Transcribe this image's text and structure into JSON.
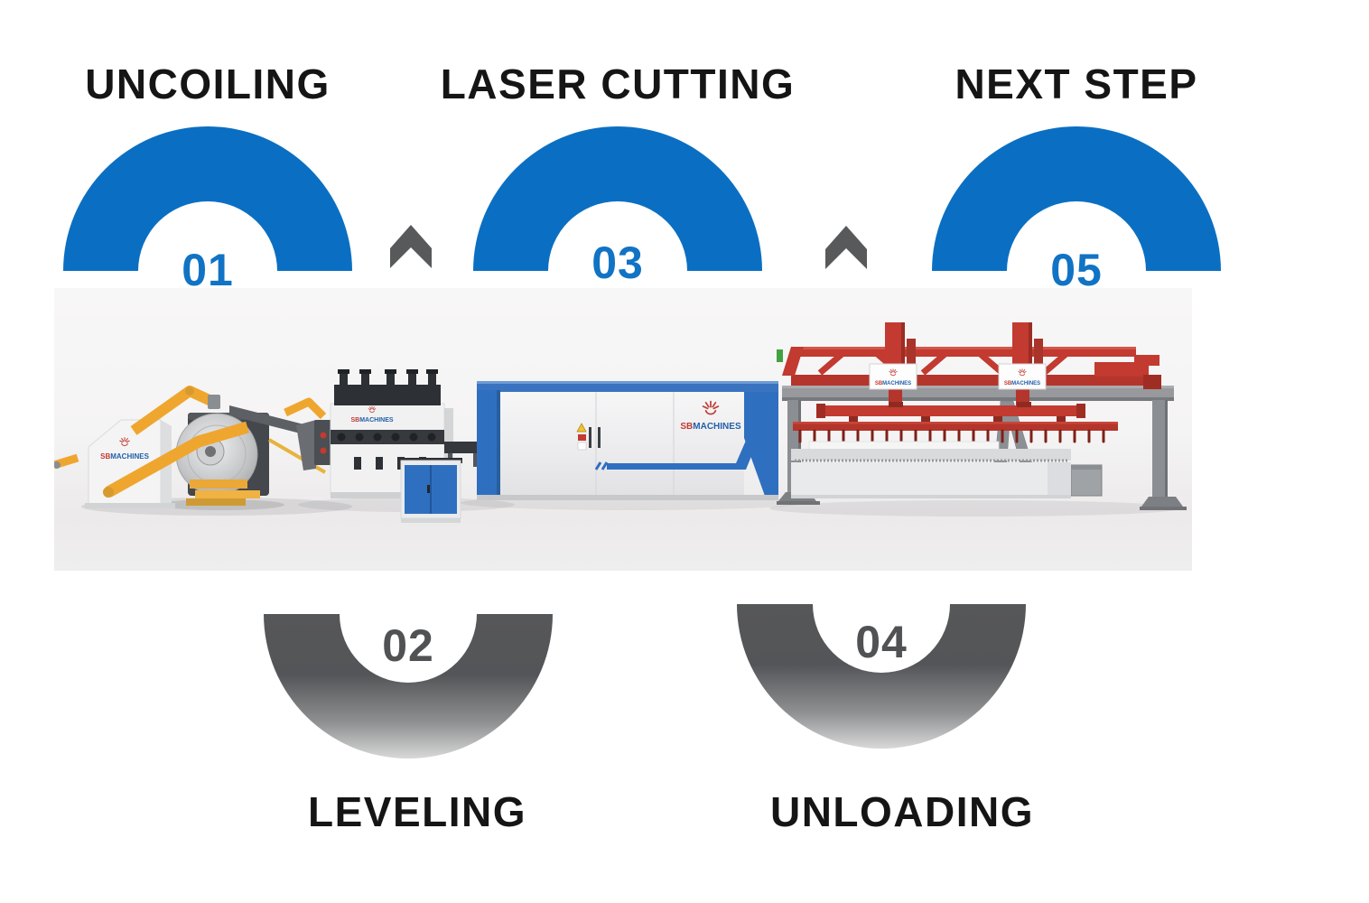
{
  "steps": {
    "top": [
      {
        "number": "01",
        "title": "UNCOILING"
      },
      {
        "number": "03",
        "title": "LASER CUTTING"
      },
      {
        "number": "05",
        "title": "NEXT STEP"
      }
    ],
    "bottom": [
      {
        "number": "02",
        "title": "LEVELING"
      },
      {
        "number": "04",
        "title": "UNLOADING"
      }
    ]
  },
  "brand": {
    "prefix": "SB",
    "suffix": "MACHINES"
  },
  "colors": {
    "step_blue": "#0a6fc2",
    "number_blue": "#1173c4",
    "step_gray": "#58595b",
    "number_gray": "#515254",
    "title_color": "#151515",
    "machine_blue": "#2f6fc0",
    "machine_red": "#c23a30",
    "machine_yellow": "#efa62f",
    "steel_gray": "#8a8d90"
  }
}
